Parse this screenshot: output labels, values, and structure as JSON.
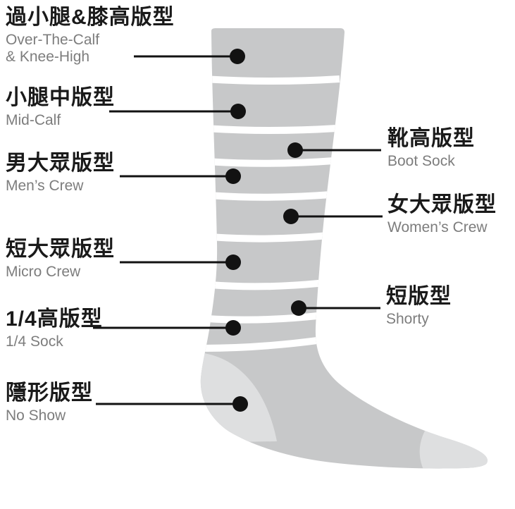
{
  "colors": {
    "sock": "#c7c8c9",
    "heel_toe": "#dedfe0",
    "stripe": "#ffffff",
    "dot": "#121212",
    "line": "#121212",
    "zh_text": "#1a1a1a",
    "en_text": "#7d7d7d"
  },
  "labels": {
    "left": [
      {
        "zh": "過小腿&膝高版型",
        "en": "Over-The-Calf\n& Knee-High"
      },
      {
        "zh": "小腿中版型",
        "en": "Mid-Calf"
      },
      {
        "zh": "男大眾版型",
        "en": "Men’s Crew"
      },
      {
        "zh": "短大眾版型",
        "en": "Micro Crew"
      },
      {
        "zh": "1/4高版型",
        "en": "1/4 Sock"
      },
      {
        "zh": "隱形版型",
        "en": "No Show"
      }
    ],
    "right": [
      {
        "zh": "靴高版型",
        "en": "Boot Sock"
      },
      {
        "zh": "女大眾版型",
        "en": "Women’s Crew"
      },
      {
        "zh": "短版型",
        "en": "Shorty"
      }
    ]
  }
}
